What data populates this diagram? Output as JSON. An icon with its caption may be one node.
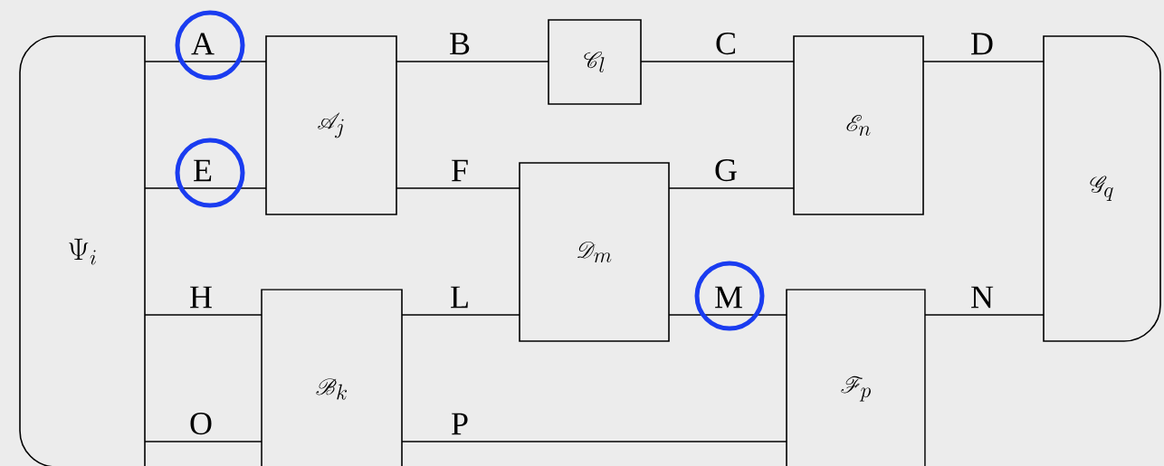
{
  "diagram": {
    "nodes": [
      {
        "text": [
          "\\Psi_i"
        ]
      },
      {
        "text": [
          "\\mathscr{A}_j"
        ]
      },
      {
        "text": [
          "\\mathscr{C}_l"
        ]
      },
      {
        "text": [
          "\\mathscr{E}_n"
        ]
      },
      {
        "text": [
          "\\mathscr{G}_q"
        ]
      },
      {
        "text": [
          "\\mathscr{D}_m"
        ]
      },
      {
        "text": [
          "\\mathscr{B}_k"
        ]
      },
      {
        "text": [
          "\\mathscr{F}_p"
        ]
      }
    ],
    "edges": [
      {
        "from": 0,
        "to": 1,
        "arrow": "none",
        "label": "A"
      },
      {
        "from": 1,
        "to": 2,
        "arrow": "none",
        "label": "B"
      },
      {
        "from": 2,
        "to": 3,
        "arrow": "none",
        "label": "C"
      },
      {
        "from": 3,
        "to": 4,
        "arrow": "none",
        "label": "D"
      },
      {
        "from": 0,
        "to": 1,
        "arrow": "none",
        "label": "E"
      },
      {
        "from": 1,
        "to": 5,
        "arrow": "none",
        "label": "F"
      },
      {
        "from": 5,
        "to": 3,
        "arrow": "none",
        "label": "G"
      },
      {
        "from": 0,
        "to": 6,
        "arrow": "none",
        "label": "H"
      },
      {
        "from": 6,
        "to": 5,
        "arrow": "none",
        "label": "L"
      },
      {
        "from": 5,
        "to": 7,
        "arrow": "none",
        "label": "M"
      },
      {
        "from": 7,
        "to": 4,
        "arrow": "none",
        "label": "N"
      },
      {
        "from": 0,
        "to": 6,
        "arrow": "none",
        "label": "O"
      },
      {
        "from": 6,
        "to": 7,
        "arrow": "none",
        "label": "P"
      }
    ]
  }
}
